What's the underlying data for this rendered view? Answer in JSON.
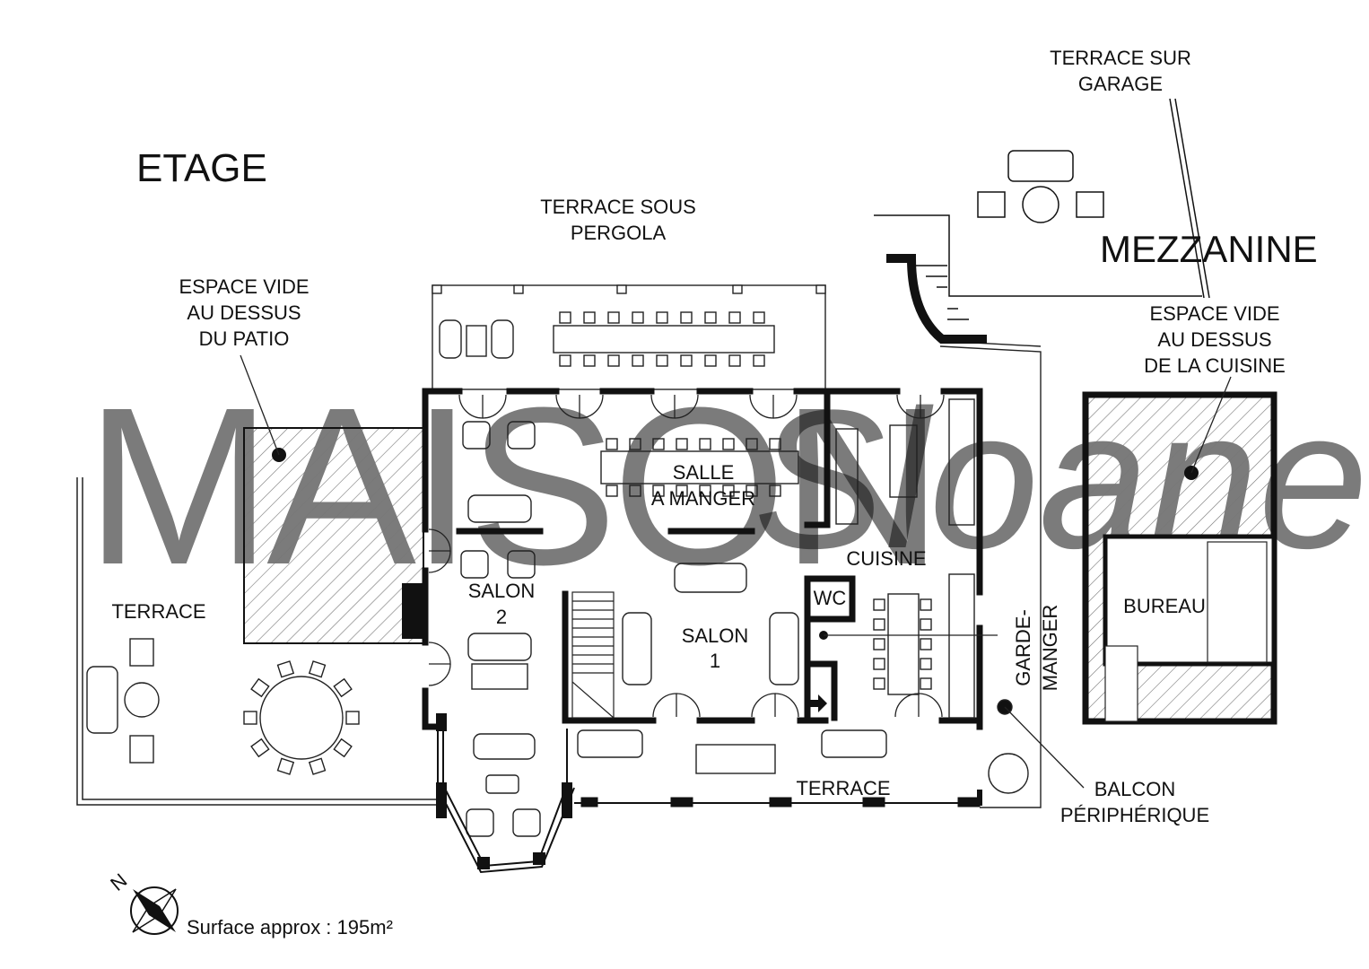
{
  "titles": {
    "floor": "ETAGE",
    "mezzanine": "MEZZANINE"
  },
  "watermark": {
    "part1": "MAISON",
    "part2": "Sloane"
  },
  "labels": {
    "terrace_pergola_1": "TERRACE SOUS",
    "terrace_pergola_2": "PERGOLA",
    "terrace_garage_1": "TERRACE SUR",
    "terrace_garage_2": "GARAGE",
    "void_patio_1": "ESPACE VIDE",
    "void_patio_2": "AU DESSUS",
    "void_patio_3": "DU PATIO",
    "void_kitchen_1": "ESPACE VIDE",
    "void_kitchen_2": "AU DESSUS",
    "void_kitchen_3": "DE LA CUISINE",
    "salle_1": "SALLE",
    "salle_2": "A MANGER",
    "cuisine": "CUISINE",
    "wc": "WC",
    "salon2_1": "SALON",
    "salon2_2": "2",
    "salon1_1": "SALON",
    "salon1_2": "1",
    "terrace_left": "TERRACE",
    "terrace_bottom": "TERRACE",
    "garde_1": "GARDE-",
    "garde_2": "MANGER",
    "bureau": "BUREAU",
    "balcon_1": "BALCON",
    "balcon_2": "PÉRIPHÉRIQUE",
    "compass_n": "N"
  },
  "surface": {
    "label": "Surface approx : 195m²"
  }
}
